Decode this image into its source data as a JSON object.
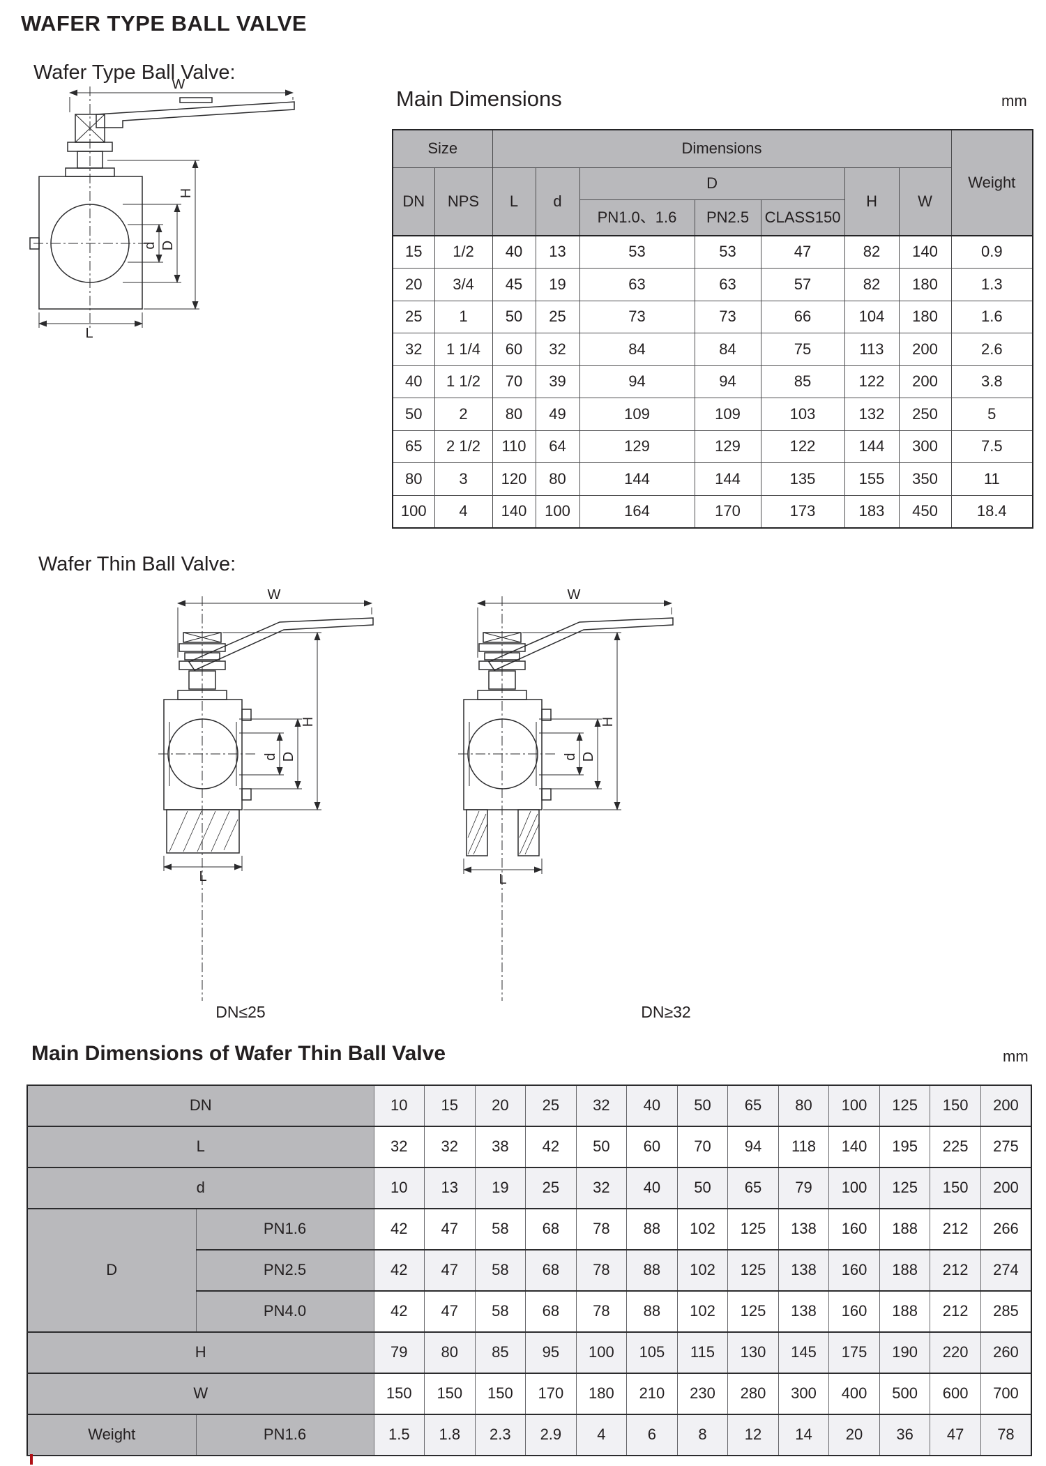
{
  "page": {
    "title": "WAFER TYPE BALL VALVE"
  },
  "dim_labels": {
    "w": "W",
    "h": "H",
    "d": "d",
    "big_d": "D",
    "l": "L"
  },
  "s1": {
    "label": "Wafer Type Ball Valve:",
    "table_title": "Main Dimensions",
    "unit": "mm",
    "table": {
      "header": {
        "size": "Size",
        "dimensions": "Dimensions",
        "dn": "DN",
        "nps": "NPS",
        "l": "L",
        "d": "d",
        "big_d": "D",
        "pn1016": "PN1.0、1.6",
        "pn25": "PN2.5",
        "class150": "CLASS150",
        "h": "H",
        "w": "W",
        "weight": "Weight"
      },
      "rows": [
        [
          "15",
          "1/2",
          "40",
          "13",
          "53",
          "53",
          "47",
          "82",
          "140",
          "0.9"
        ],
        [
          "20",
          "3/4",
          "45",
          "19",
          "63",
          "63",
          "57",
          "82",
          "180",
          "1.3"
        ],
        [
          "25",
          "1",
          "50",
          "25",
          "73",
          "73",
          "66",
          "104",
          "180",
          "1.6"
        ],
        [
          "32",
          "1 1/4",
          "60",
          "32",
          "84",
          "84",
          "75",
          "113",
          "200",
          "2.6"
        ],
        [
          "40",
          "1 1/2",
          "70",
          "39",
          "94",
          "94",
          "85",
          "122",
          "200",
          "3.8"
        ],
        [
          "50",
          "2",
          "80",
          "49",
          "109",
          "109",
          "103",
          "132",
          "250",
          "5"
        ],
        [
          "65",
          "2 1/2",
          "110",
          "64",
          "129",
          "129",
          "122",
          "144",
          "300",
          "7.5"
        ],
        [
          "80",
          "3",
          "120",
          "80",
          "144",
          "144",
          "135",
          "155",
          "350",
          "11"
        ],
        [
          "100",
          "4",
          "140",
          "100",
          "164",
          "170",
          "173",
          "183",
          "450",
          "18.4"
        ]
      ]
    }
  },
  "s2": {
    "label": "Wafer Thin Ball Valve:",
    "caption1": "DN≤25",
    "caption2": "DN≥32",
    "table_title": "Main Dimensions of Wafer Thin Ball Valve",
    "unit": "mm",
    "table": {
      "labels": {
        "dn": "DN",
        "l": "L",
        "d": "d",
        "big_d": "D",
        "pn16": "PN1.6",
        "pn25": "PN2.5",
        "pn40": "PN4.0",
        "h": "H",
        "w": "W",
        "weight": "Weight",
        "weight_pn": "PN1.6"
      },
      "dn": [
        "10",
        "15",
        "20",
        "25",
        "32",
        "40",
        "50",
        "65",
        "80",
        "100",
        "125",
        "150",
        "200"
      ],
      "l": [
        "32",
        "32",
        "38",
        "42",
        "50",
        "60",
        "70",
        "94",
        "118",
        "140",
        "195",
        "225",
        "275"
      ],
      "d": [
        "10",
        "13",
        "19",
        "25",
        "32",
        "40",
        "50",
        "65",
        "79",
        "100",
        "125",
        "150",
        "200"
      ],
      "d_pn16": [
        "42",
        "47",
        "58",
        "68",
        "78",
        "88",
        "102",
        "125",
        "138",
        "160",
        "188",
        "212",
        "266"
      ],
      "d_pn25": [
        "42",
        "47",
        "58",
        "68",
        "78",
        "88",
        "102",
        "125",
        "138",
        "160",
        "188",
        "212",
        "274"
      ],
      "d_pn40": [
        "42",
        "47",
        "58",
        "68",
        "78",
        "88",
        "102",
        "125",
        "138",
        "160",
        "188",
        "212",
        "285"
      ],
      "h": [
        "79",
        "80",
        "85",
        "95",
        "100",
        "105",
        "115",
        "130",
        "145",
        "175",
        "190",
        "220",
        "260"
      ],
      "w": [
        "150",
        "150",
        "150",
        "170",
        "180",
        "210",
        "230",
        "280",
        "300",
        "400",
        "500",
        "600",
        "700"
      ],
      "weight": [
        "1.5",
        "1.8",
        "2.3",
        "2.9",
        "4",
        "6",
        "8",
        "12",
        "14",
        "20",
        "36",
        "47",
        "78"
      ]
    }
  }
}
